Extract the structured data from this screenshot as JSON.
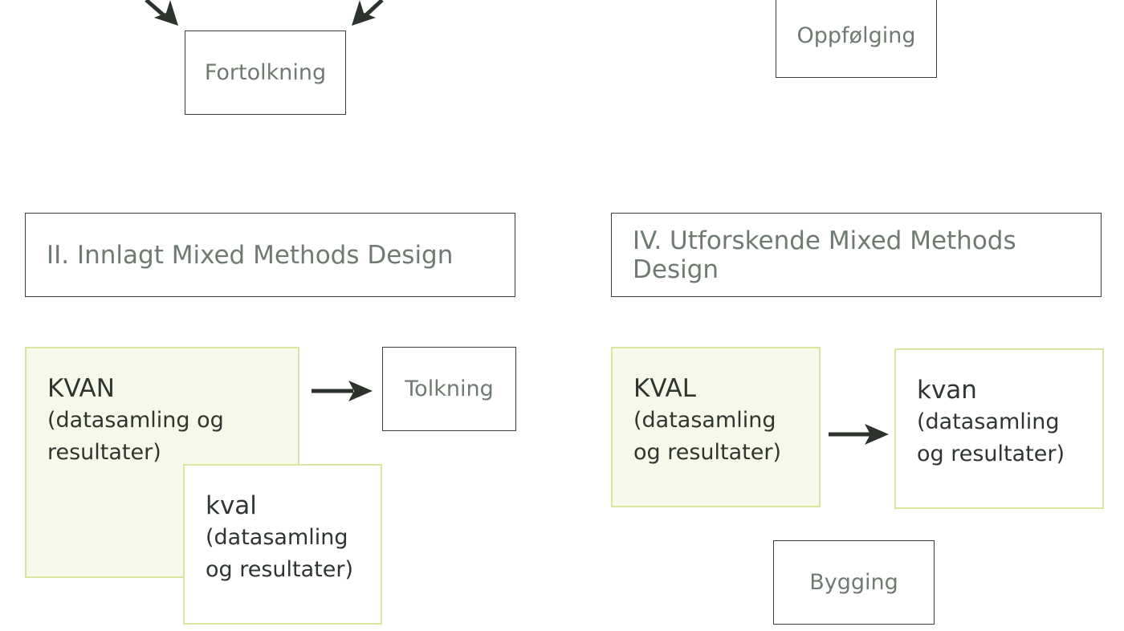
{
  "top": {
    "left_box": "Fortolkning",
    "right_box": "Oppfølging"
  },
  "design2": {
    "title": "II. Innlagt Mixed Methods Design",
    "primary": {
      "label": "KVAN",
      "desc_line1": "(datasamling og",
      "desc_line2": "resultater)"
    },
    "embedded": {
      "label": "kval",
      "desc_line1": "(datasamling",
      "desc_line2": "og resultater)"
    },
    "interpretation": "Tolkning"
  },
  "design4": {
    "title": "IV. Utforskende Mixed Methods Design",
    "first": {
      "label": "KVAL",
      "desc_line1": "(datasamling",
      "desc_line2": "og resultater)"
    },
    "second": {
      "label": "kvan",
      "desc_line1": "(datasamling",
      "desc_line2": "og resultater)"
    },
    "building": "Bygging"
  },
  "colors": {
    "box_border": "#3a3f3a",
    "text_muted": "#6f7a70",
    "text_dark": "#2f352f",
    "green_border": "#d7e6a0",
    "green_fill": "#f6f9e9",
    "arrow": "#2c332c"
  }
}
